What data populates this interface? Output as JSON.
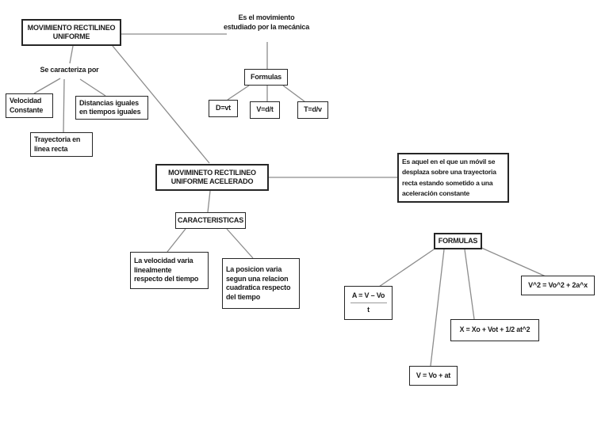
{
  "diagram": {
    "colors": {
      "line": "#8c8c8c",
      "border": "#262626",
      "text": "#1a1a1a",
      "background": "#ffffff"
    },
    "mru": {
      "title": "MOVIMIENTO RECTILINEO\nUNIFORME",
      "definition": "Es el movimiento\nestudiado por la mecánica",
      "characterized_by": "Se caracteriza por",
      "trait_velocity": "Velocidad\nConstante",
      "trait_distances": "Distancias iguales\nen tiempos iguales",
      "trait_trajectory": "Trayectoria en\nlinea recta",
      "formulas_title": "Formulas",
      "formula_distance": "D=vt",
      "formula_velocity": "V=d/t",
      "formula_time": "T=d/v"
    },
    "mrua": {
      "title": "MOVIMINETO RECTILINEO\nUNIFORME ACELERADO",
      "definition": "Es aquel en el que un móvil se\ndesplaza sobre una trayectoria\nrecta estando sometido a una\naceleración constante",
      "characteristics_title": "CARACTERISTICAS",
      "char_velocity": "La velocidad varia\nlinealmente\nrespecto del tiempo",
      "char_position": "La posicion varia\nsegun una relacion\ncuadratica respecto\ndel tiempo",
      "formulas_title": "FORMULAS",
      "formula_acceleration_numerator": "A = V – Vo",
      "formula_acceleration_denominator": "t",
      "formula_position": "X = Xo + Vot + 1/2 at^2",
      "formula_velocity": "V = Vo + at",
      "formula_velocity_squared": "V^2 = Vo^2 + 2a^x"
    }
  }
}
